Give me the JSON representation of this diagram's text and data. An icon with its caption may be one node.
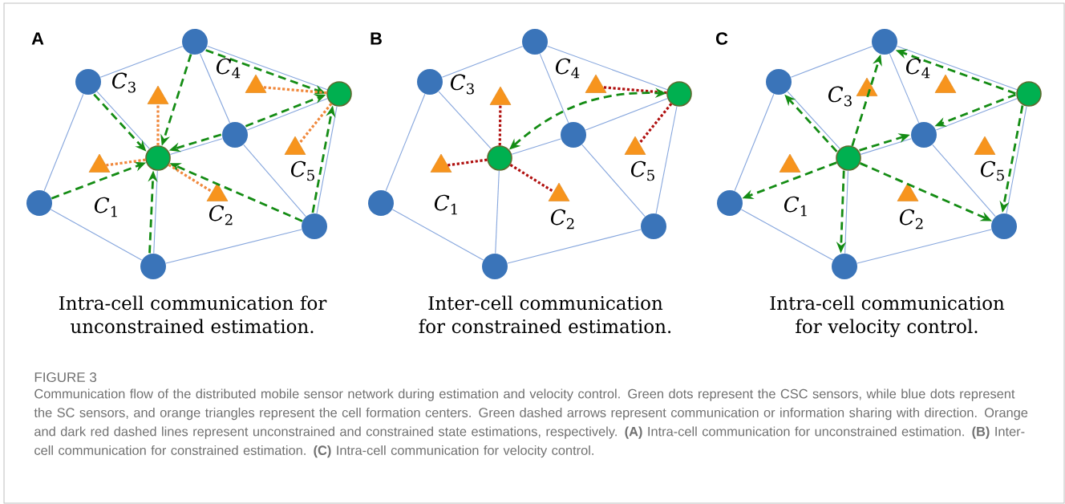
{
  "diagram": {
    "caption": "Communication flow of the distributed mobile sensor network during estimation and velocity control. Green dots represent the CSC sensors, while blue dots represent the SC sensors, and orange triangles represent the cell formation centers. Green dashed arrows represent communication or information sharing with direction. Orange and dark red dashed lines represent unconstrained and constrained state estimations, respectively. **(A)** Intra-cell communication for unconstrained estimation. **(B)** Inter-cell communication for constrained estimation. **(C)** Intra-cell communication for velocity control.",
    "nodes": [
      {
        "text": [],
        "shape": "circle"
      },
      {
        "text": [],
        "shape": "circle"
      },
      {
        "text": [],
        "shape": "circle"
      },
      {
        "text": [],
        "shape": "circle"
      },
      {
        "text": [],
        "shape": "circle"
      },
      {
        "text": [],
        "shape": "circle"
      },
      {
        "text": [],
        "shape": "circle"
      },
      {
        "text": [],
        "shape": "circle"
      },
      {
        "text": [],
        "shape": "triangle"
      },
      {
        "text": [],
        "shape": "triangle"
      },
      {
        "text": [],
        "shape": "triangle"
      },
      {
        "text": [],
        "shape": "triangle"
      },
      {
        "text": [],
        "shape": "triangle"
      },
      {
        "text": [],
        "shape": "circle"
      },
      {
        "text": [],
        "shape": "circle"
      },
      {
        "text": [],
        "shape": "circle"
      },
      {
        "text": [],
        "shape": "circle"
      },
      {
        "text": [],
        "shape": "circle"
      },
      {
        "text": [],
        "shape": "circle"
      },
      {
        "text": [],
        "shape": "circle"
      },
      {
        "text": [],
        "shape": "circle"
      },
      {
        "text": [],
        "shape": "triangle"
      },
      {
        "text": [],
        "shape": "triangle"
      },
      {
        "text": [],
        "shape": "triangle"
      },
      {
        "text": [],
        "shape": "triangle"
      },
      {
        "text": [],
        "shape": "triangle"
      },
      {
        "text": [],
        "shape": "circle"
      },
      {
        "text": [],
        "shape": "circle"
      },
      {
        "text": [],
        "shape": "circle"
      },
      {
        "text": [],
        "shape": "circle"
      },
      {
        "text": [],
        "shape": "circle"
      },
      {
        "text": [],
        "shape": "circle"
      },
      {
        "text": [],
        "shape": "circle"
      },
      {
        "text": [],
        "shape": "circle"
      },
      {
        "text": [],
        "shape": "triangle"
      },
      {
        "text": [],
        "shape": "triangle"
      },
      {
        "text": [],
        "shape": "triangle"
      },
      {
        "text": [],
        "shape": "triangle"
      },
      {
        "text": [],
        "shape": "triangle"
      }
    ],
    "edges": [
      {
        "from": 0,
        "to": 1,
        "arrow": "none"
      },
      {
        "from": 1,
        "to": 5,
        "arrow": "none"
      },
      {
        "from": 5,
        "to": 7,
        "arrow": "none"
      },
      {
        "from": 7,
        "to": 6,
        "arrow": "none"
      },
      {
        "from": 6,
        "to": 2,
        "arrow": "none"
      },
      {
        "from": 2,
        "to": 0,
        "arrow": "none"
      },
      {
        "from": 1,
        "to": 4,
        "arrow": "none"
      },
      {
        "from": 0,
        "to": 3,
        "arrow": "none"
      },
      {
        "from": 3,
        "to": 2,
        "arrow": "none"
      },
      {
        "from": 3,
        "to": 6,
        "arrow": "none"
      },
      {
        "from": 4,
        "to": 3,
        "arrow": "none"
      },
      {
        "from": 4,
        "to": 7,
        "arrow": "none"
      },
      {
        "from": 1,
        "to": 4,
        "arrow": "to",
        "style": "dashed",
        "color": "#148c14"
      },
      {
        "from": 0,
        "to": 4,
        "arrow": "to",
        "style": "dashed",
        "color": "#148c14"
      },
      {
        "from": 0,
        "to": 2,
        "arrow": "to",
        "style": "dashed",
        "color": "#148c14"
      },
      {
        "from": 3,
        "to": 4,
        "arrow": "to",
        "style": "dashed",
        "color": "#148c14"
      },
      {
        "from": 3,
        "to": 2,
        "arrow": "to",
        "style": "dashed",
        "color": "#148c14"
      },
      {
        "from": 5,
        "to": 4,
        "arrow": "to",
        "style": "dashed",
        "color": "#148c14"
      },
      {
        "from": 7,
        "to": 4,
        "arrow": "to",
        "style": "dashed",
        "color": "#148c14"
      },
      {
        "from": 6,
        "to": 4,
        "arrow": "to",
        "style": "dashed",
        "color": "#148c14"
      },
      {
        "from": 6,
        "to": 2,
        "arrow": "to",
        "style": "dashed",
        "color": "#148c14"
      },
      {
        "from": 4,
        "to": 11,
        "arrow": "none",
        "style": "dashed",
        "color": "#f0883c"
      },
      {
        "from": 4,
        "to": 12,
        "arrow": "none",
        "style": "dashed",
        "color": "#f0883c"
      },
      {
        "from": 4,
        "to": 9,
        "arrow": "none",
        "style": "dashed",
        "color": "#f0883c"
      },
      {
        "from": 2,
        "to": 8,
        "arrow": "none",
        "style": "dashed",
        "color": "#f0883c"
      },
      {
        "from": 2,
        "to": 10,
        "arrow": "none",
        "style": "dashed",
        "color": "#f0883c"
      },
      {
        "from": 13,
        "to": 14,
        "arrow": "none"
      },
      {
        "from": 14,
        "to": 18,
        "arrow": "none"
      },
      {
        "from": 18,
        "to": 20,
        "arrow": "none"
      },
      {
        "from": 20,
        "to": 19,
        "arrow": "none"
      },
      {
        "from": 19,
        "to": 15,
        "arrow": "none"
      },
      {
        "from": 15,
        "to": 13,
        "arrow": "none"
      },
      {
        "from": 14,
        "to": 17,
        "arrow": "none"
      },
      {
        "from": 13,
        "to": 16,
        "arrow": "none"
      },
      {
        "from": 16,
        "to": 15,
        "arrow": "none"
      },
      {
        "from": 16,
        "to": 19,
        "arrow": "none"
      },
      {
        "from": 17,
        "to": 16,
        "arrow": "none"
      },
      {
        "from": 17,
        "to": 20,
        "arrow": "none"
      },
      {
        "from": 17,
        "to": 24,
        "arrow": "none",
        "style": "dashed",
        "color": "#b0100f"
      },
      {
        "from": 17,
        "to": 25,
        "arrow": "none",
        "style": "dashed",
        "color": "#b0100f"
      },
      {
        "from": 17,
        "to": 22,
        "arrow": "none",
        "style": "dashed",
        "color": "#b0100f"
      },
      {
        "from": 15,
        "to": 21,
        "arrow": "none",
        "style": "dashed",
        "color": "#b0100f"
      },
      {
        "from": 15,
        "to": 23,
        "arrow": "none",
        "style": "dashed",
        "color": "#b0100f"
      },
      {
        "from": 17,
        "to": 15,
        "arrow": "both",
        "style": "dashed",
        "color": "#148c14"
      },
      {
        "from": 26,
        "to": 27,
        "arrow": "none"
      },
      {
        "from": 27,
        "to": 31,
        "arrow": "none"
      },
      {
        "from": 31,
        "to": 33,
        "arrow": "none"
      },
      {
        "from": 33,
        "to": 32,
        "arrow": "none"
      },
      {
        "from": 32,
        "to": 28,
        "arrow": "none"
      },
      {
        "from": 28,
        "to": 26,
        "arrow": "none"
      },
      {
        "from": 27,
        "to": 30,
        "arrow": "none"
      },
      {
        "from": 26,
        "to": 29,
        "arrow": "none"
      },
      {
        "from": 29,
        "to": 28,
        "arrow": "none"
      },
      {
        "from": 29,
        "to": 32,
        "arrow": "none"
      },
      {
        "from": 30,
        "to": 29,
        "arrow": "none"
      },
      {
        "from": 30,
        "to": 33,
        "arrow": "none"
      },
      {
        "from": 30,
        "to": 27,
        "arrow": "to",
        "style": "dashed",
        "color": "#148c14"
      },
      {
        "from": 30,
        "to": 26,
        "arrow": "to",
        "style": "dashed",
        "color": "#148c14"
      },
      {
        "from": 30,
        "to": 29,
        "arrow": "to",
        "style": "dashed",
        "color": "#148c14"
      },
      {
        "from": 30,
        "to": 31,
        "arrow": "to",
        "style": "dashed",
        "color": "#148c14"
      },
      {
        "from": 30,
        "to": 33,
        "arrow": "to",
        "style": "dashed",
        "color": "#148c14"
      },
      {
        "from": 30,
        "to": 32,
        "arrow": "to",
        "style": "dashed",
        "color": "#148c14"
      },
      {
        "from": 28,
        "to": 26,
        "arrow": "to",
        "style": "dashed",
        "color": "#148c14"
      },
      {
        "from": 28,
        "to": 29,
        "arrow": "to",
        "style": "dashed",
        "color": "#148c14"
      },
      {
        "from": 28,
        "to": 32,
        "arrow": "to",
        "style": "dashed",
        "color": "#148c14"
      }
    ],
    "labels": [
      "A",
      "*C*$_{4}$",
      "*C*$_{3}$",
      "*C*$_{5}$",
      "*C*$_{1}$",
      "*C*$_{2}$",
      "B",
      "*C*$_{4}$",
      "*C*$_{3}$",
      "*C*$_{5}$",
      "*C*$_{1}$",
      "*C*$_{2}$",
      "C",
      "*C*$_{4}$",
      "*C*$_{3}$",
      "*C*$_{5}$",
      "*C*$_{1}$",
      "*C*$_{2}$",
      "Intra-cell communication for unconstrained estimation.",
      "Inter-cell communication for constrained estimation.",
      "Intra-cell communication for velocity control.",
      "FIGURE 3"
    ]
  }
}
